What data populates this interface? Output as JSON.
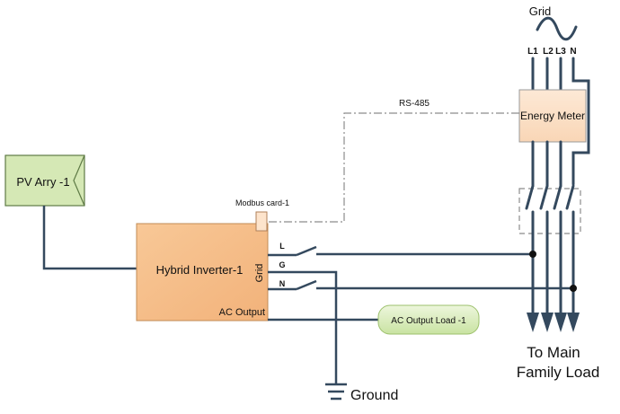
{
  "grid": {
    "title": "Grid",
    "phases": [
      "L1",
      "L2",
      "L3",
      "N"
    ]
  },
  "energy_meter": {
    "label": "Energy Meter"
  },
  "rs485": {
    "label": "RS-485"
  },
  "pv": {
    "label": "PV Arry -1"
  },
  "modbus": {
    "label": "Modbus card-1"
  },
  "inverter": {
    "label": "Hybrid Inverter-1",
    "grid_label": "Grid",
    "ac_output_label": "AC Output"
  },
  "terminals": {
    "l": "L",
    "g": "G",
    "n": "N"
  },
  "ac_load": {
    "label": "AC Output Load -1"
  },
  "ground": {
    "label": "Ground"
  },
  "main_load": {
    "line1": "To Main",
    "line2": "Family Load"
  },
  "colors": {
    "wire": "#34495e",
    "inverter_fill": "#f6c08e",
    "pv_fill": "#d5e8b5",
    "meter_fill": "#fce3cd",
    "load_fill": "#d8ecb8"
  }
}
